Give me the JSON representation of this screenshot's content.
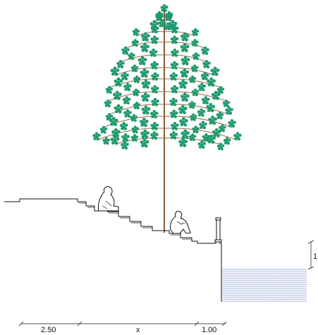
{
  "colors": {
    "foliage": "#1f9a6e",
    "trunk": "#8a5a3c",
    "branch": "#a0664a",
    "water": "#6f86c7",
    "ink": "#111111"
  },
  "dimensions": {
    "left_width": "2.50",
    "middle_width": "x",
    "right_width": "1.00",
    "water_drop": "1"
  },
  "icons": [
    "tree-icon",
    "seated-person-icon",
    "crouching-person-icon",
    "bollard-icon",
    "water-icon"
  ]
}
